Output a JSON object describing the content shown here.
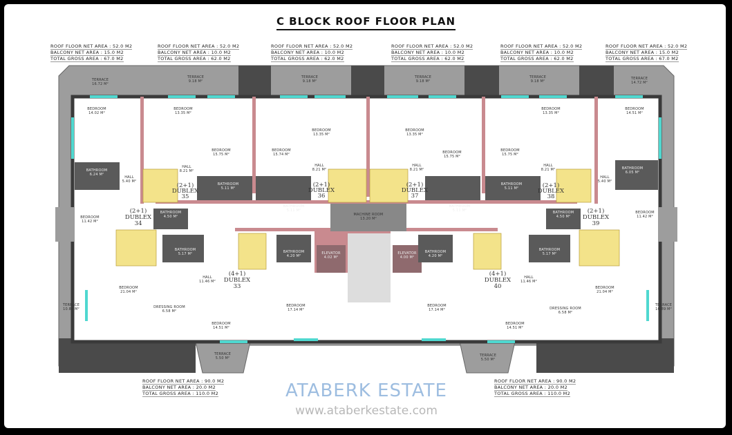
{
  "title": "C BLOCK ROOF FLOOR PLAN",
  "stats": [
    {
      "net": "ROOF FLOOR NET AREA : 52.0 M2",
      "balcony": "BALCONY NET AREA : 15.0 M2",
      "gross": "TOTAL GROSS AREA : 67.0 M2"
    },
    {
      "net": "ROOF FLOOR NET AREA : 52.0 M2",
      "balcony": "BALCONY NET AREA : 10.0 M2",
      "gross": "TOTAL GROSS AREA : 62.0 M2"
    },
    {
      "net": "ROOF FLOOR NET AREA : 52.0 M2",
      "balcony": "BALCONY NET AREA : 10.0 M2",
      "gross": "TOTAL GROSS AREA : 62.0 M2"
    },
    {
      "net": "ROOF FLOOR NET AREA : 52.0 M2",
      "balcony": "BALCONY NET AREA : 10.0 M2",
      "gross": "TOTAL GROSS AREA : 62.0 M2"
    },
    {
      "net": "ROOF FLOOR NET AREA : 52.0 M2",
      "balcony": "BALCONY NET AREA : 10.0 M2",
      "gross": "TOTAL GROSS AREA : 62.0 M2"
    },
    {
      "net": "ROOF FLOOR NET AREA : 52.0 M2",
      "balcony": "BALCONY NET AREA : 15.0 M2",
      "gross": "TOTAL GROSS AREA : 67.0 M2"
    },
    {
      "net": "ROOF FLOOR NET AREA : 90.0 M2",
      "balcony": "BALCONY NET AREA : 20.0 M2",
      "gross": "TOTAL GROSS AREA : 110.0 M2"
    },
    {
      "net": "ROOF FLOOR NET AREA : 90.0 M2",
      "balcony": "BALCONY NET AREA : 20.0 M2",
      "gross": "TOTAL GROSS AREA : 110.0 M2"
    }
  ],
  "rooms": [
    {
      "name": "TERRACE",
      "area": "16.72 M²"
    },
    {
      "name": "TERRACE",
      "area": "9.18 M²"
    },
    {
      "name": "TERRACE",
      "area": "9.18 M²"
    },
    {
      "name": "TERRACE",
      "area": "9.18 M²"
    },
    {
      "name": "TERRACE",
      "area": "9.18 M²"
    },
    {
      "name": "TERRACE",
      "area": "14.72 M²"
    },
    {
      "name": "BEDROOM",
      "area": "14.02 M²"
    },
    {
      "name": "BEDROOM",
      "area": "13.35 M²"
    },
    {
      "name": "BEDROOM",
      "area": "15.75 M²"
    },
    {
      "name": "BEDROOM",
      "area": "15.74 M²"
    },
    {
      "name": "BEDROOM",
      "area": "13.35 M²"
    },
    {
      "name": "BEDROOM",
      "area": "13.35 M²"
    },
    {
      "name": "BEDROOM",
      "area": "15.75 M²"
    },
    {
      "name": "BEDROOM",
      "area": "15.75 M²"
    },
    {
      "name": "BEDROOM",
      "area": "13.35 M²"
    },
    {
      "name": "BEDROOM",
      "area": "14.51 M²"
    },
    {
      "name": "BATHROOM",
      "area": "6.24 M²"
    },
    {
      "name": "BATHROOM",
      "area": "6.05 M²"
    },
    {
      "name": "HALL",
      "area": "8.21 M²"
    },
    {
      "name": "HALL",
      "area": "8.21 M²"
    },
    {
      "name": "HALL",
      "area": "8.21 M²"
    },
    {
      "name": "HALL",
      "area": "8.21 M²"
    },
    {
      "name": "HALL",
      "area": "5.40 M²"
    },
    {
      "name": "HALL",
      "area": "5.40 M²"
    },
    {
      "name": "BEDROOM",
      "area": "11.42 M²"
    },
    {
      "name": "BEDROOM",
      "area": "11.42 M²"
    },
    {
      "name": "BATHROOM",
      "area": "4.50 M²"
    },
    {
      "name": "BATHROOM",
      "area": "4.50 M²"
    },
    {
      "name": "BATHROOM",
      "area": "5.11 M²"
    },
    {
      "name": "BATHROOM",
      "area": "5.11 M²"
    },
    {
      "name": "BATHROOM",
      "area": "5.11 M²"
    },
    {
      "name": "BATHROOM",
      "area": "5.11 M²"
    },
    {
      "name": "MACHINE ROOM",
      "area": "13.20 M²"
    },
    {
      "name": "ELEVATOR",
      "area": "4.02 M²"
    },
    {
      "name": "ELEVATOR",
      "area": "4.00 M²"
    },
    {
      "name": "BATHROOM",
      "area": "5.17 M²"
    },
    {
      "name": "BATHROOM",
      "area": "4.20 M²"
    },
    {
      "name": "BATHROOM",
      "area": "4.20 M²"
    },
    {
      "name": "BATHROOM",
      "area": "5.17 M²"
    },
    {
      "name": "HALL",
      "area": "11.46 M²"
    },
    {
      "name": "HALL",
      "area": "11.46 M²"
    },
    {
      "name": "BEDROOM",
      "area": "21.04 M²"
    },
    {
      "name": "BEDROOM",
      "area": "21.04 M²"
    },
    {
      "name": "DRESSING ROOM",
      "area": "6.58 M²"
    },
    {
      "name": "DRESSING ROOM",
      "area": "6.58 M²"
    },
    {
      "name": "BEDROOM",
      "area": "14.51 M²"
    },
    {
      "name": "BEDROOM",
      "area": "14.51 M²"
    },
    {
      "name": "BEDROOM",
      "area": "17.14 M²"
    },
    {
      "name": "BEDROOM",
      "area": "17.14 M²"
    },
    {
      "name": "TERRACE",
      "area": "10.89 M²"
    },
    {
      "name": "TERRACE",
      "area": "10.89 M²"
    },
    {
      "name": "TERRACE",
      "area": "5.50 M²"
    },
    {
      "name": "TERRACE",
      "area": "5.50 M²"
    }
  ],
  "units": [
    {
      "type": "(2+1)",
      "label": "DUBLEX",
      "no": "34"
    },
    {
      "type": "(2+1)",
      "label": "DUBLEX",
      "no": "35"
    },
    {
      "type": "(2+1)",
      "label": "DUBLEX",
      "no": "36"
    },
    {
      "type": "(2+1)",
      "label": "DUBLEX",
      "no": "37"
    },
    {
      "type": "(2+1)",
      "label": "DUBLEX",
      "no": "38"
    },
    {
      "type": "(2+1)",
      "label": "DUBLEX",
      "no": "39"
    },
    {
      "type": "(4+1)",
      "label": "DUBLEX",
      "no": "33"
    },
    {
      "type": "(4+1)",
      "label": "DUBLEX",
      "no": "40"
    }
  ],
  "watermark": {
    "brand": "ATABERK ESTATE",
    "url": "www.ataberkestate.com"
  },
  "colors": {
    "terrace": "#9a9a9a",
    "wall": "#3a3a3a",
    "partition": "#c98a8f",
    "stairs": "#f3e38a",
    "glass": "#4fd8d0",
    "bathroom": "#5a5a5a"
  }
}
